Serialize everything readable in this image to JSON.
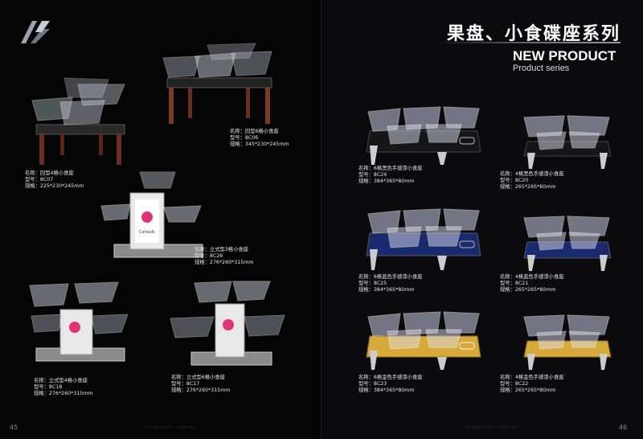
{
  "left_page": {
    "page_number": "45",
    "footer": "GUANGZHOU XINHANG",
    "products": [
      {
        "name": "名称：回型4格小食座",
        "model": "型号：8C07",
        "size": "规格：225*230*245mm"
      },
      {
        "name": "名称：回型6格小食座",
        "model": "型号：8C06",
        "size": "规格：345*230*245mm"
      },
      {
        "name": "名称：立式型3格小食座",
        "model": "型号：8C26",
        "size": "规格：276*260*315mm"
      },
      {
        "name": "名称：立式型4格小食座",
        "model": "型号：8C18",
        "size": "规格：276*260*315mm"
      },
      {
        "name": "名称：立式型6格小食座",
        "model": "型号：8C17",
        "size": "规格：276*260*315mm"
      }
    ],
    "brand_text": "Catwalk"
  },
  "right_page": {
    "page_number": "46",
    "footer": "GUANGZHOU XINHANG",
    "series_title": "果盘、小食碟座系列",
    "new_product": "NEW PRODUCT",
    "product_series": "Product series",
    "products": [
      {
        "name": "名称：6格黑色手感漆小食座",
        "model": "型号：8C24",
        "size": "规格：384*365*80mm"
      },
      {
        "name": "名称：4格黑色手感漆小食座",
        "model": "型号：8C20",
        "size": "规格：265*265*80mm"
      },
      {
        "name": "名称：6格蓝色手感漆小食座",
        "model": "型号：8C25",
        "size": "规格：384*365*80mm"
      },
      {
        "name": "名称：4格蓝色手感漆小食座",
        "model": "型号：8C21",
        "size": "规格：265*265*80mm"
      },
      {
        "name": "名称：6格金色手感漆小食座",
        "model": "型号：8C23",
        "size": "规格：384*365*80mm"
      },
      {
        "name": "名称：4格金色手感漆小食座",
        "model": "型号：8C22",
        "size": "规格：265*265*80mm"
      }
    ]
  },
  "colors": {
    "black_base": "#161618",
    "blue_base": "#1a2a6e",
    "gold_base": "#d6a93a",
    "bronze_frame": "#7a3a28",
    "accent_pink": "#e0337a"
  }
}
